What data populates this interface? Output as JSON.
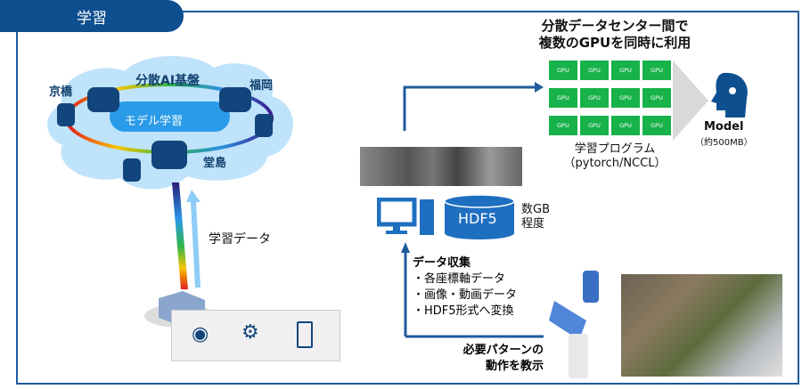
{
  "header": {
    "title": "学習"
  },
  "cloud": {
    "title": "分散AI基盤",
    "center_label": "モデル学習",
    "sites": [
      "京橋",
      "福岡",
      "堂島"
    ]
  },
  "left": {
    "upload_label": "学習データ",
    "devices": [
      "camera-icon",
      "robot-arm-icon",
      "smartphone-icon"
    ]
  },
  "gpu_section": {
    "title_line1": "分散データセンター間で",
    "title_line2": "複数のGPUを同時に利用",
    "gpu_label": "GPU",
    "grid_rows": 3,
    "grid_cols": 4,
    "program_line1": "学習プログラム",
    "program_line2": "（pytorch/NCCL）"
  },
  "model": {
    "label": "Model",
    "size": "（約500MB）"
  },
  "storage": {
    "format": "HDF5",
    "size_line1": "数GB",
    "size_line2": "程度"
  },
  "collection": {
    "title": "データ収集",
    "items": [
      "各座標軸データ",
      "画像・動画データ",
      "HDF5形式へ変換"
    ],
    "bullet": "・"
  },
  "teach": {
    "line1": "必要パターンの",
    "line2": "動作を教示"
  },
  "colors": {
    "brand": "#0d4f8f",
    "gpu": "#18b24a",
    "cloud": "#bfe3fa",
    "pill": "#2a9be8"
  }
}
